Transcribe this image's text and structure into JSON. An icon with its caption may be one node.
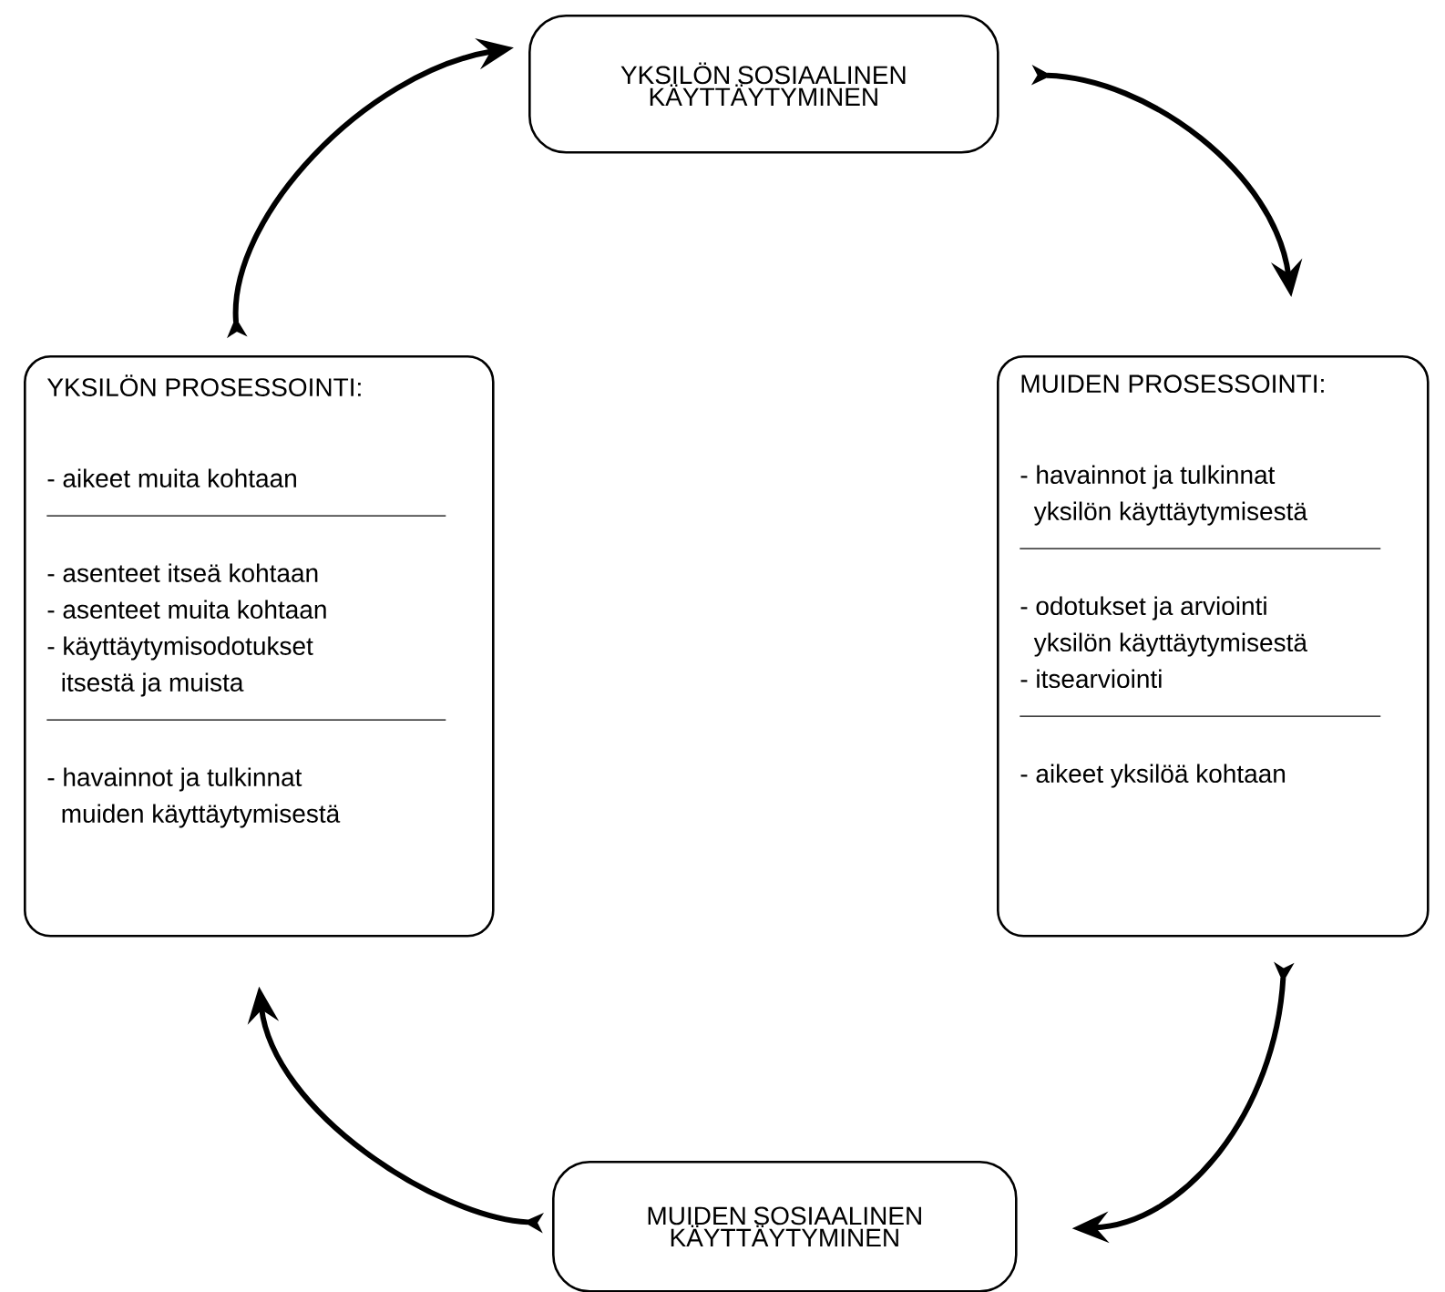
{
  "diagram": {
    "nodes": [
      {
        "text": [
          "YKSILÖN SOSIAALINEN KÄYTTÄYTYMINEN"
        ]
      },
      {
        "text": [
          "MUIDEN PROSESSOINTI:",
          "- havainnot ja tulkinnat yksilön käyttäytymisestä",
          "- odotukset ja arviointi yksilön käyttäytymisestä",
          "- itsearviointi",
          "- aikeet yksilöä kohtaan"
        ]
      },
      {
        "text": [
          "MUIDEN SOSIAALINEN KÄYTTÄYTYMINEN"
        ]
      },
      {
        "text": [
          "YKSILÖN PROSESSOINTI:",
          "- aikeet muita kohtaan",
          "- asenteet itseä kohtaan",
          "- asenteet muita kohtaan",
          "- käyttäytymisodotukset itsestä ja muista",
          "- havainnot ja tulkinnat muiden käyttäytymisestä"
        ]
      }
    ],
    "edges": [
      {
        "from": 0,
        "to": 1,
        "arrow": "to"
      },
      {
        "from": 1,
        "to": 2,
        "arrow": "to"
      },
      {
        "from": 2,
        "to": 3,
        "arrow": "to"
      },
      {
        "from": 3,
        "to": 0,
        "arrow": "to"
      }
    ]
  }
}
